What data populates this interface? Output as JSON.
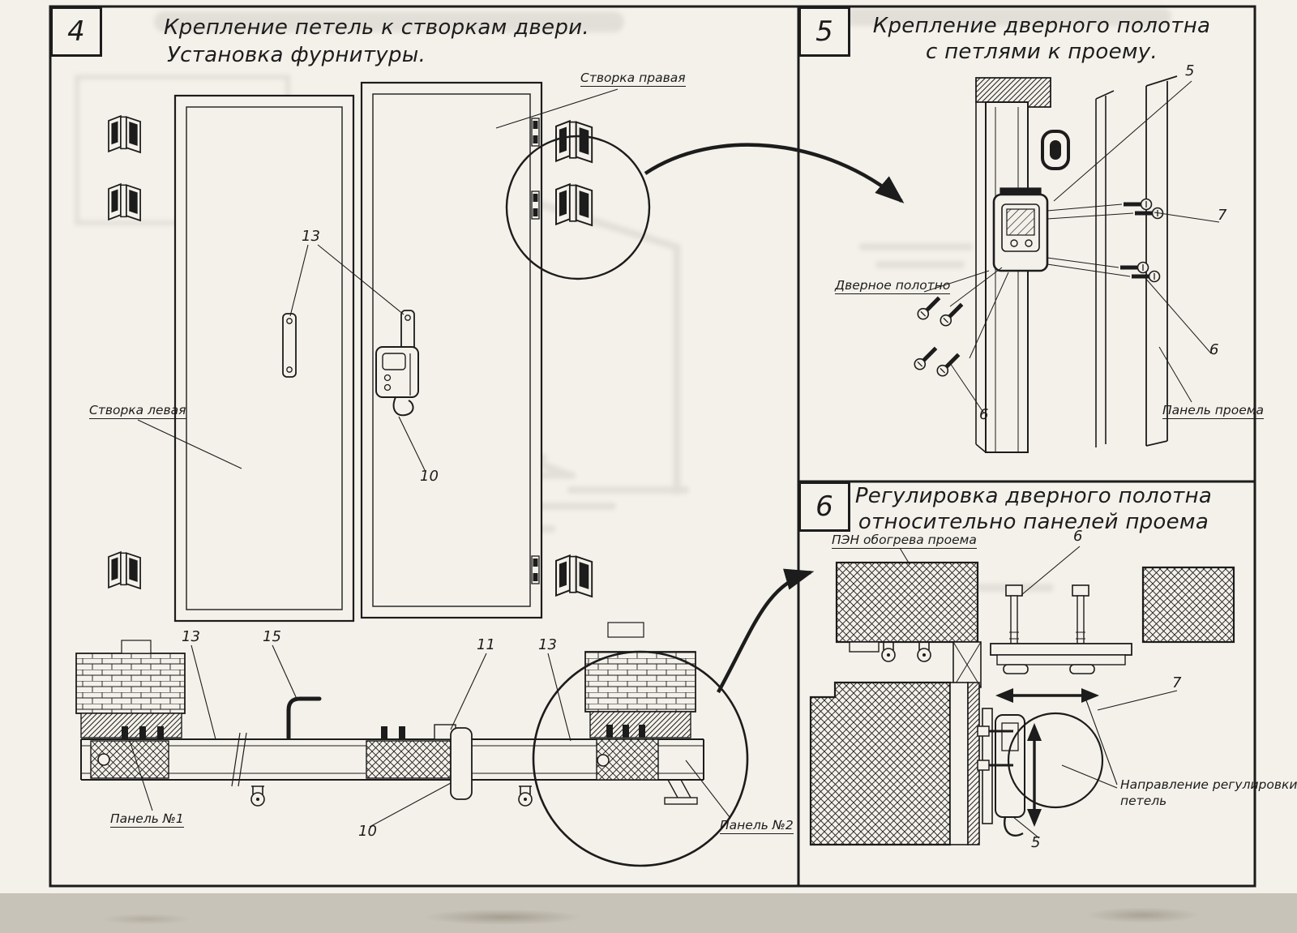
{
  "sheet": {
    "paper": "#f4f1ea",
    "ink": "#1c1c1c"
  },
  "p4": {
    "number": "4",
    "title1": "Крепление петель к створкам двери.",
    "title2": "Установка фурнитуры.",
    "label_right_leaf": "Створка правая",
    "label_left_leaf": "Створка левая",
    "label_panel1": "Панель №1",
    "label_panel2": "Панель №2",
    "callout_strips": "13",
    "callout_latch": "10",
    "callout_sec_13a": "13",
    "callout_sec_15": "15",
    "callout_sec_11": "11",
    "callout_sec_13b": "13",
    "callout_sec_10": "10"
  },
  "p5": {
    "number": "5",
    "title1": "Крепление дверного полотна",
    "title2": "с петлями к проему.",
    "label_door": "Дверное полотно",
    "label_frame": "Панель проема",
    "callout_5": "5",
    "callout_7": "7",
    "callout_6a": "6",
    "callout_6b": "6"
  },
  "p6": {
    "number": "6",
    "title1": "Регулировка дверного полотна",
    "title2": "относительно панелей проема",
    "label_heater": "ПЭН обогрева проема",
    "label_direction1": "Направление регулировки",
    "label_direction2": "петель",
    "callout_6": "6",
    "callout_7": "7",
    "callout_5": "5"
  }
}
